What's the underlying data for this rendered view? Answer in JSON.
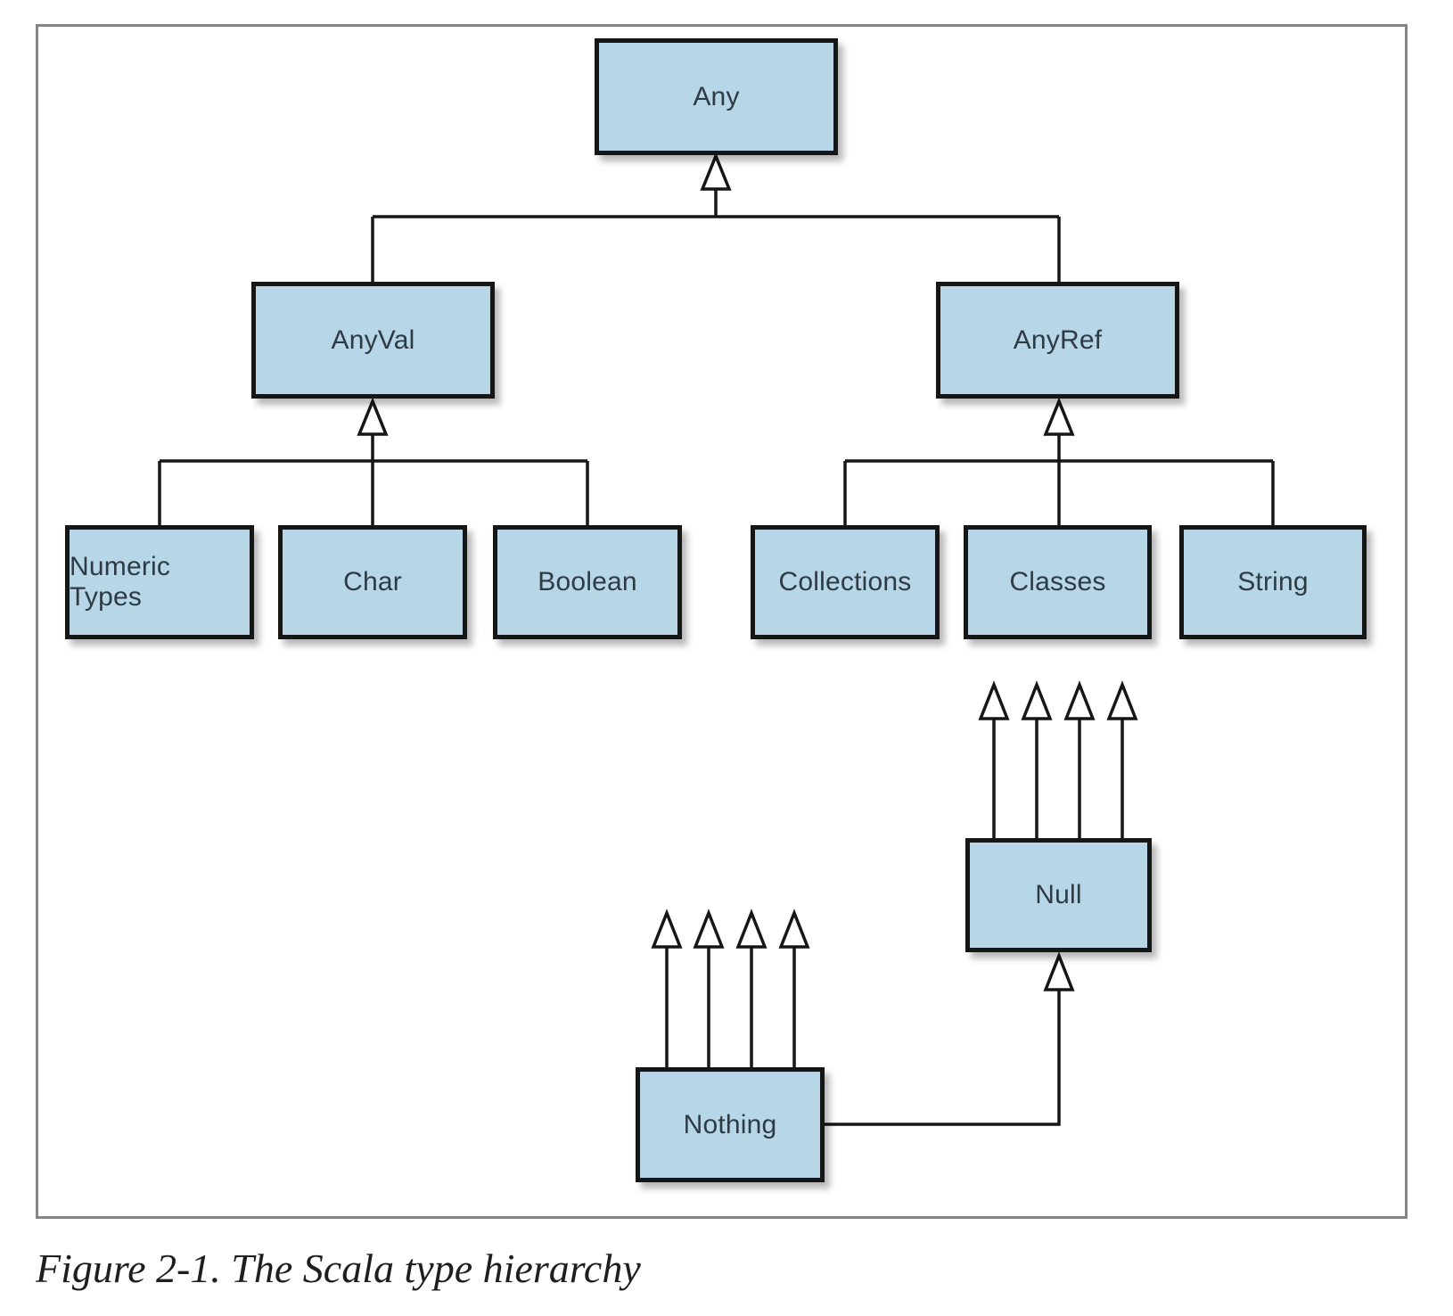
{
  "figure": {
    "caption": "Figure 2-1. The Scala type hierarchy"
  },
  "diagram": {
    "nodes": {
      "any": {
        "label": "Any"
      },
      "anyval": {
        "label": "AnyVal"
      },
      "anyref": {
        "label": "AnyRef"
      },
      "numeric_types": {
        "label": "Numeric Types"
      },
      "char": {
        "label": "Char"
      },
      "boolean": {
        "label": "Boolean"
      },
      "collections": {
        "label": "Collections"
      },
      "classes": {
        "label": "Classes"
      },
      "string": {
        "label": "String"
      },
      "null": {
        "label": "Null"
      },
      "nothing": {
        "label": "Nothing"
      }
    },
    "edges": [
      {
        "from": "AnyVal",
        "to": "Any",
        "relation": "subtype-of"
      },
      {
        "from": "AnyRef",
        "to": "Any",
        "relation": "subtype-of"
      },
      {
        "from": "Numeric Types",
        "to": "AnyVal",
        "relation": "subtype-of"
      },
      {
        "from": "Char",
        "to": "AnyVal",
        "relation": "subtype-of"
      },
      {
        "from": "Boolean",
        "to": "AnyVal",
        "relation": "subtype-of"
      },
      {
        "from": "Collections",
        "to": "AnyRef",
        "relation": "subtype-of"
      },
      {
        "from": "Classes",
        "to": "AnyRef",
        "relation": "subtype-of"
      },
      {
        "from": "String",
        "to": "AnyRef",
        "relation": "subtype-of"
      },
      {
        "from": "Null",
        "to": "all AnyRef types",
        "relation": "subtype-of-many"
      },
      {
        "from": "Nothing",
        "to": "all types",
        "relation": "subtype-of-many"
      },
      {
        "from": "Nothing",
        "to": "Null",
        "relation": "subtype-of"
      }
    ],
    "colors": {
      "node_fill": "#b7d6e7",
      "node_border": "#161616",
      "line": "#161616",
      "frame_border": "#858585",
      "label_text": "#2e3b45",
      "caption_text": "#1e1e1e"
    }
  }
}
